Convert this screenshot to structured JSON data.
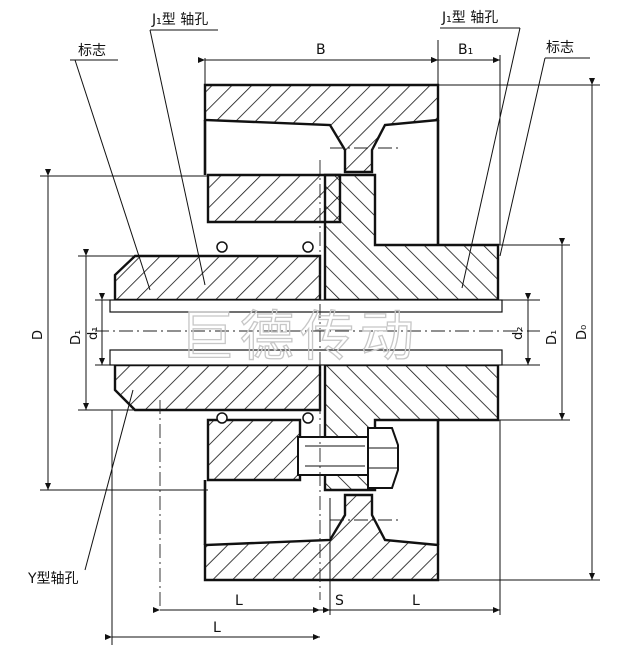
{
  "labels": {
    "j1_left": "J₁型 轴孔",
    "j1_right": "J₁型 轴孔",
    "mark_left": "标志",
    "mark_right": "标志",
    "y_hole": "Y型轴孔"
  },
  "dimensions": {
    "B": "B",
    "B1": "B₁",
    "D": "D",
    "D1_left": "D₁",
    "d1": "d₁",
    "d2": "d₂",
    "D1_right": "D₁",
    "D0": "D₀",
    "L_bottom_left": "L",
    "S": "S",
    "L_bottom_right": "L",
    "L_lower": "L"
  },
  "watermark": "巨德传动"
}
